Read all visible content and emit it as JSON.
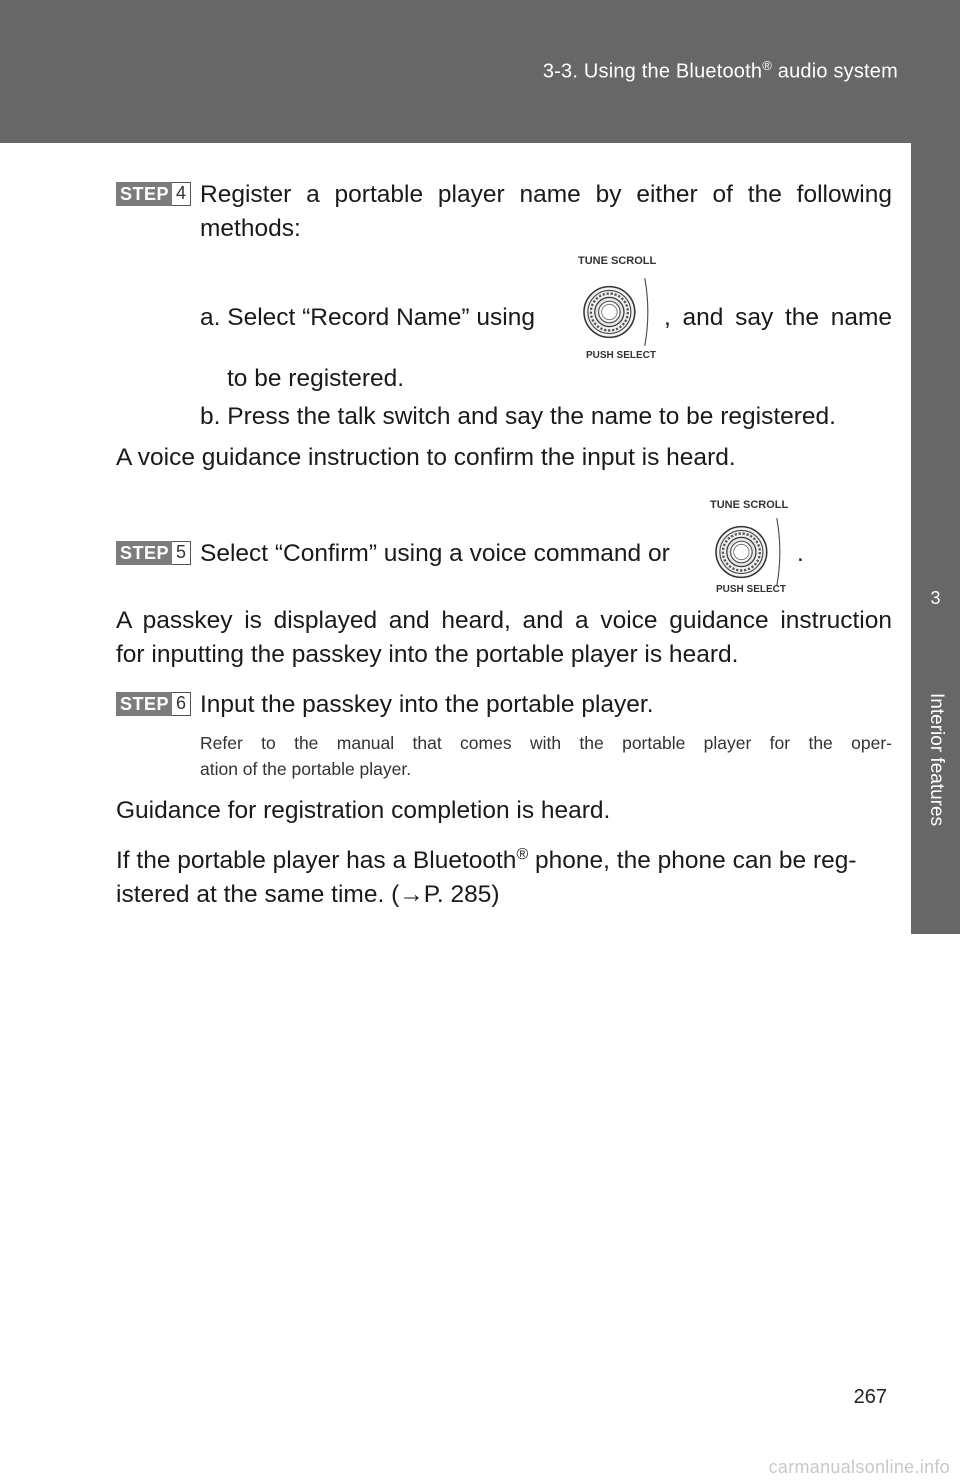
{
  "header": {
    "section_prefix": "3-3. Using the Bluetooth",
    "registered_mark": "®",
    "section_suffix": " audio system"
  },
  "side_tab": {
    "chapter_number": "3",
    "chapter_label": "Interior features"
  },
  "knob": {
    "top_label": "TUNE SCROLL",
    "bottom_label": "PUSH SELECT"
  },
  "steps": [
    {
      "word": "STEP",
      "number": "4"
    },
    {
      "word": "STEP",
      "number": "5"
    },
    {
      "word": "STEP",
      "number": "6"
    }
  ],
  "step4": {
    "line1": "Register a portable player name by either of the following",
    "line2": "methods:",
    "a_left": "a. Select “Record Name” using",
    "a_right": ", and say the name",
    "a_cont": "to be registered.",
    "b": "b. Press the talk switch and say the name to be registered.",
    "after": "A voice guidance instruction to confirm the input is heard."
  },
  "step5": {
    "text": "Select “Confirm” using a voice command or",
    "period": ".",
    "after_line1": "A passkey is displayed and heard, and a voice guidance instruction",
    "after_line2": "for inputting the passkey into the portable player is heard."
  },
  "step6": {
    "text": "Input the passkey into the portable player.",
    "note_line1": "Refer to the manual that comes with the portable player for the oper-",
    "note_line2": "ation of the portable player."
  },
  "completion": "Guidance for registration completion is heard.",
  "phone_note": {
    "line1_prefix": "If the portable player has a Bluetooth",
    "registered_mark": "®",
    "line1_suffix": " phone, the phone can be reg-",
    "line2_prefix": "istered at the same time. (",
    "arrow": "→",
    "line2_ref": "P. 285)"
  },
  "page_number": "267",
  "watermark": "carmanualsonline.info"
}
